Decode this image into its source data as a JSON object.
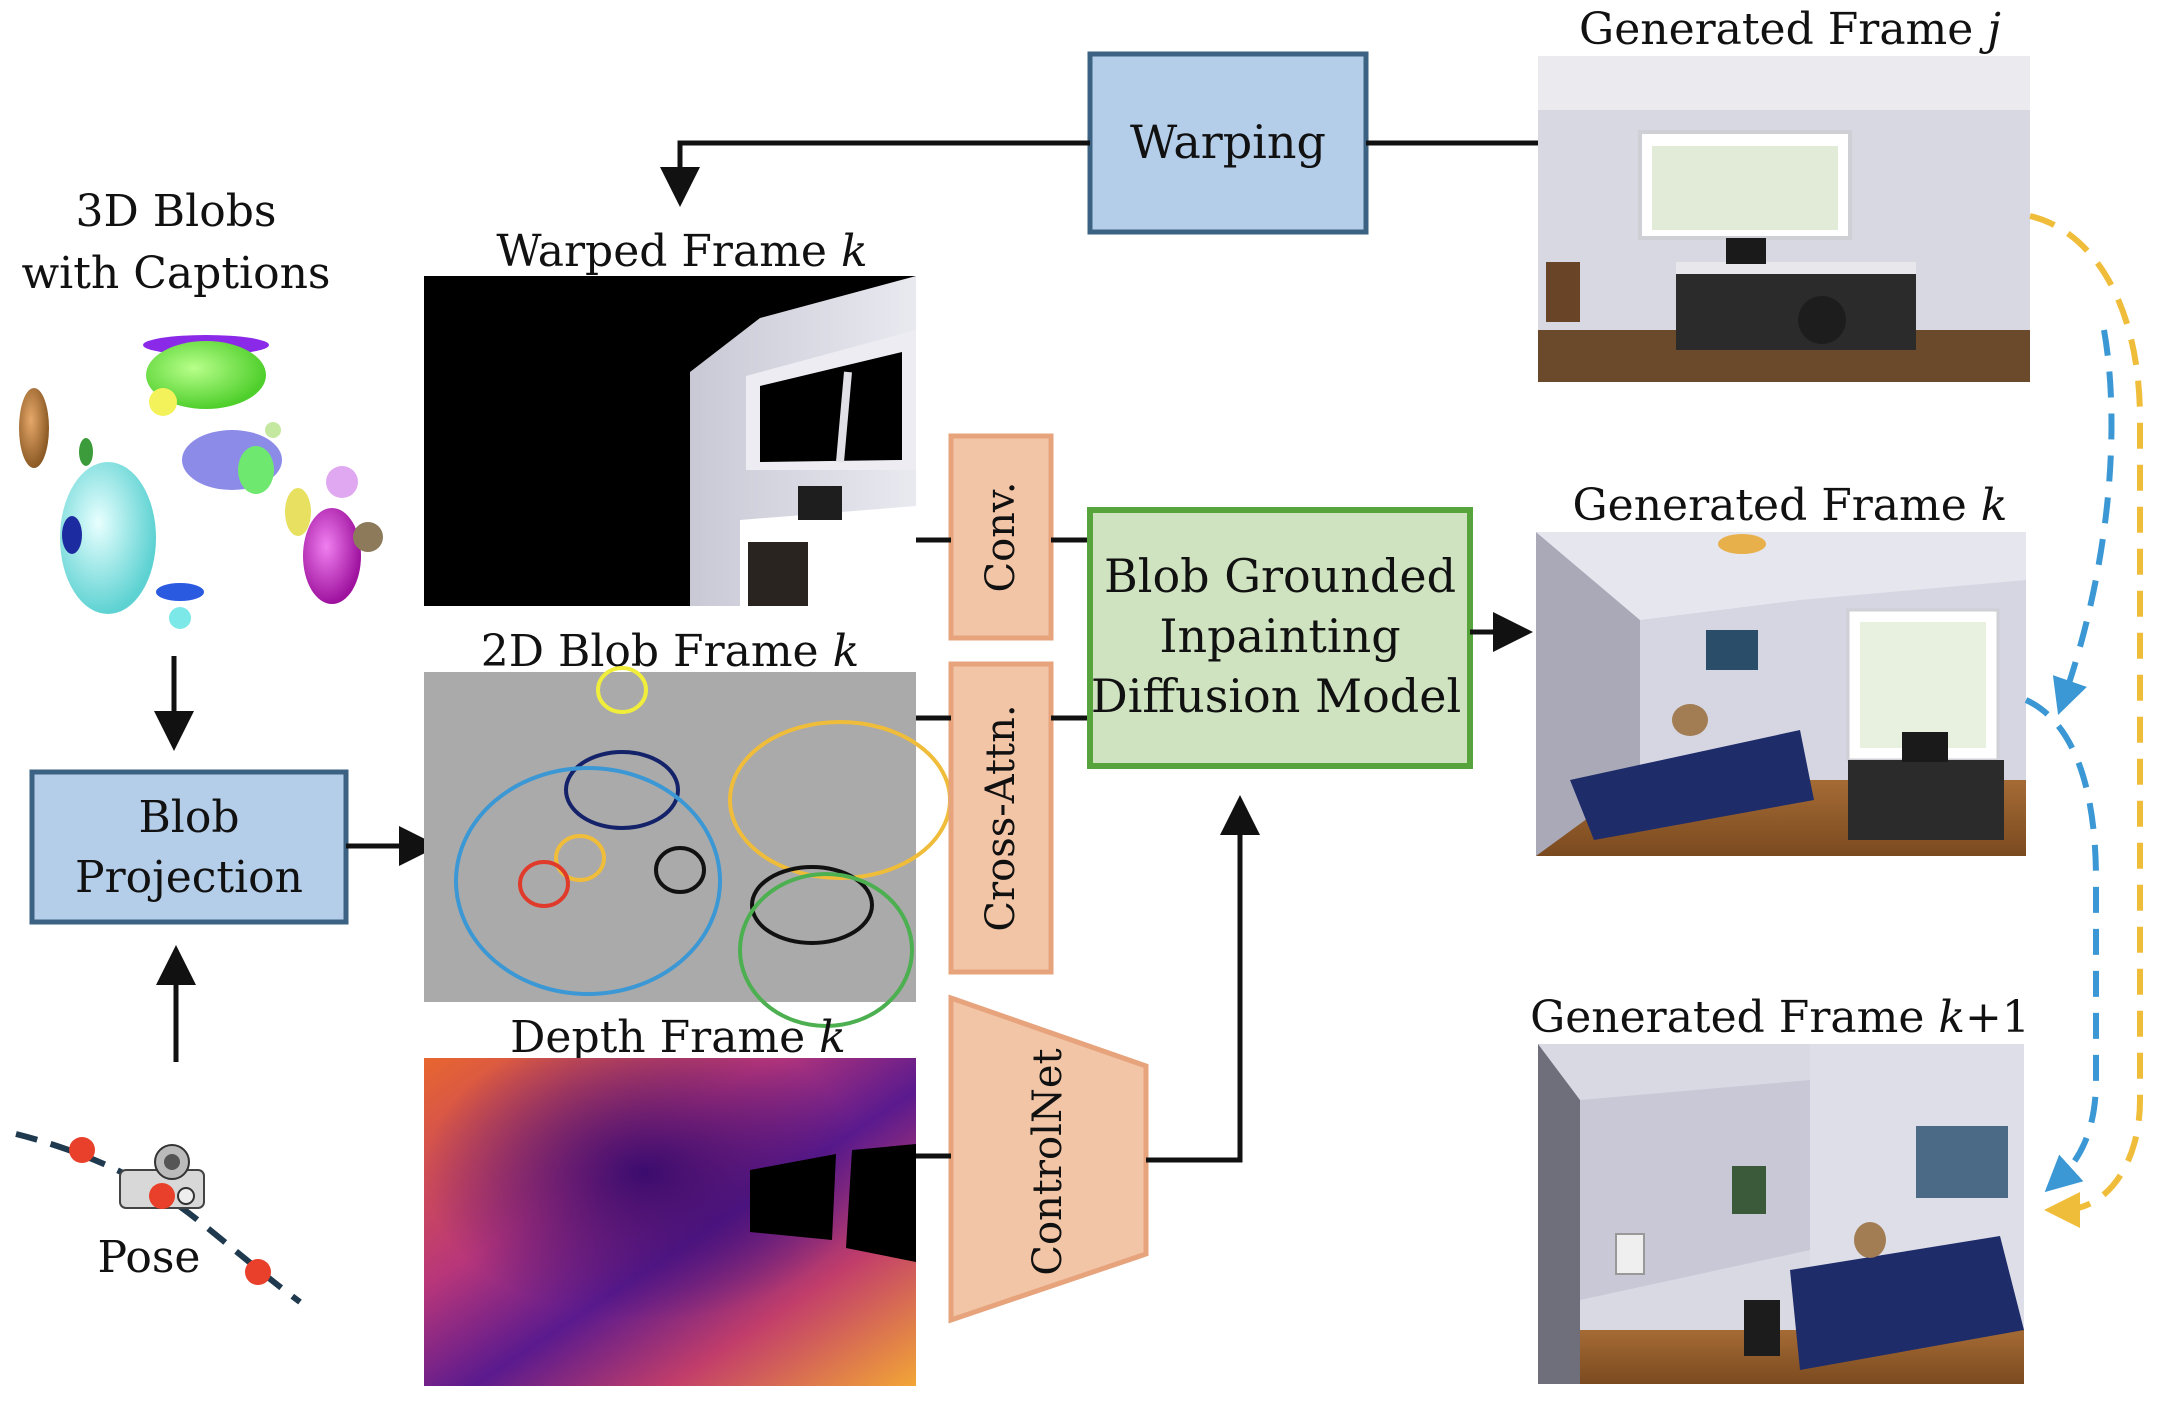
{
  "labels": {
    "blobs_line1": "3D Blobs",
    "blobs_line2": "with Captions",
    "pose": "Pose",
    "warped_prefix": "Warped Frame ",
    "blob2d_prefix": "2D Blob Frame ",
    "depth_prefix": "Depth Frame ",
    "gen_prefix": "Generated Frame ",
    "var_k": "k",
    "var_j": "j",
    "var_k1_a": "k",
    "var_k1_b": "+1"
  },
  "boxes": {
    "warping": "Warping",
    "blob_projection_line1": "Blob",
    "blob_projection_line2": "Projection",
    "model_line1": "Blob Grounded",
    "model_line2": "Inpainting",
    "model_line3": "Diffusion Model",
    "conv": "Conv.",
    "cross_attn": "Cross-Attn.",
    "controlnet": "ControlNet"
  },
  "colors": {
    "blue_box_fill": "#b4cde9",
    "blue_box_stroke": "#3b6283",
    "green_box_fill": "#cfe3c0",
    "green_box_stroke": "#57a43c",
    "orange_box_fill": "#f2c5a7",
    "orange_box_stroke": "#e6a37c",
    "blue_dashed_arrow": "#3b98d4",
    "yellow_dashed_arrow": "#f0bd3b",
    "pose_point": "#e8402a",
    "blob_frame_bg": "#aaaaaa"
  }
}
